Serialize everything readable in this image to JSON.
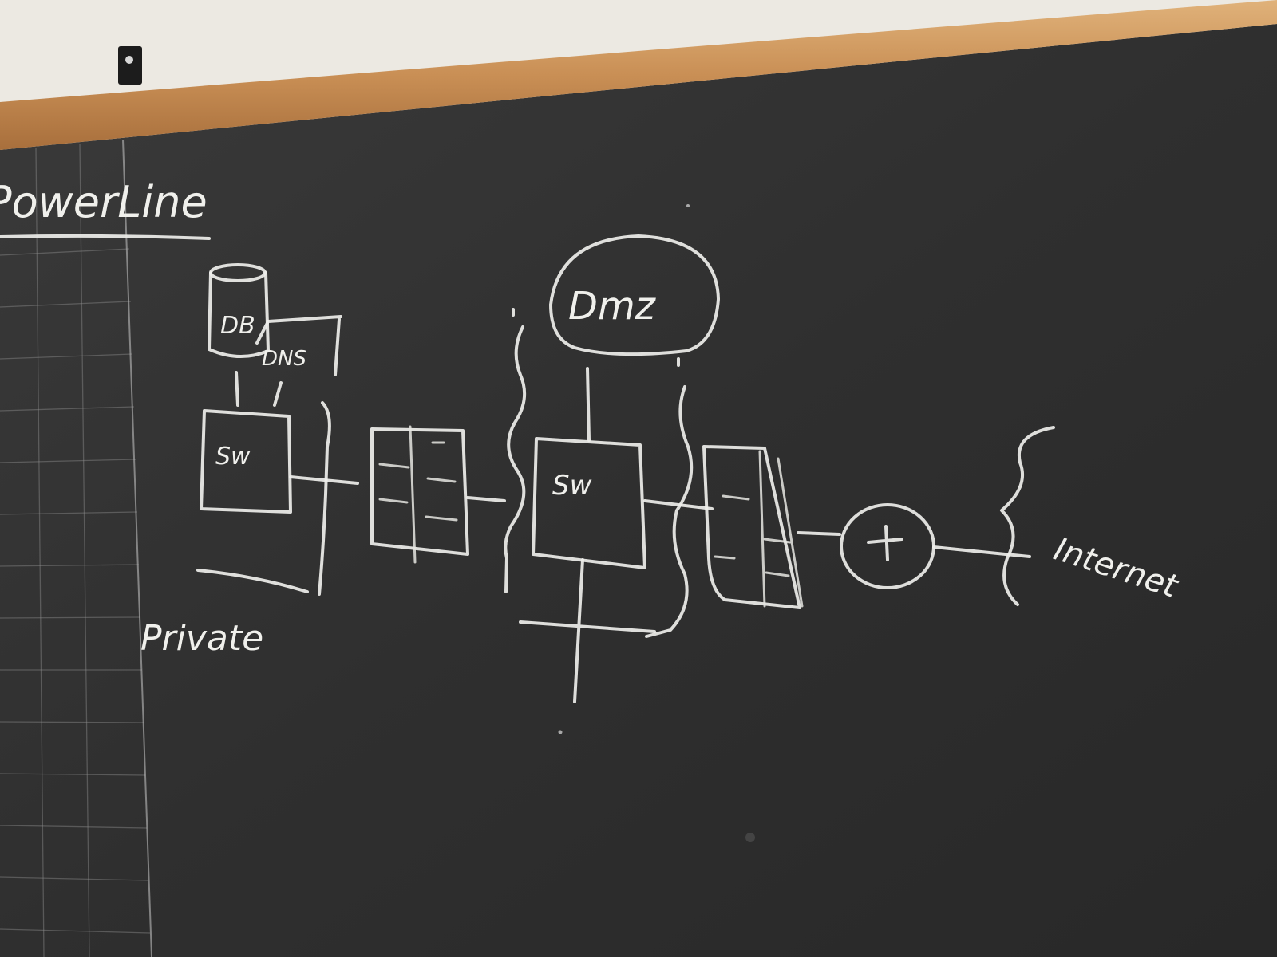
{
  "board": {
    "title": "PowerLine",
    "db_label": "DB",
    "dns_label": "DNS",
    "server_left_label": "Sw",
    "server_center_label": "Sw",
    "dmz_label": "Dmz",
    "internet_label": "Internet",
    "private_label": "Private"
  },
  "colors": {
    "wall": "#e9e6df",
    "board": "#2e2e2e",
    "frame_wood": "#c9925a",
    "chalk": "#eeeeea"
  }
}
